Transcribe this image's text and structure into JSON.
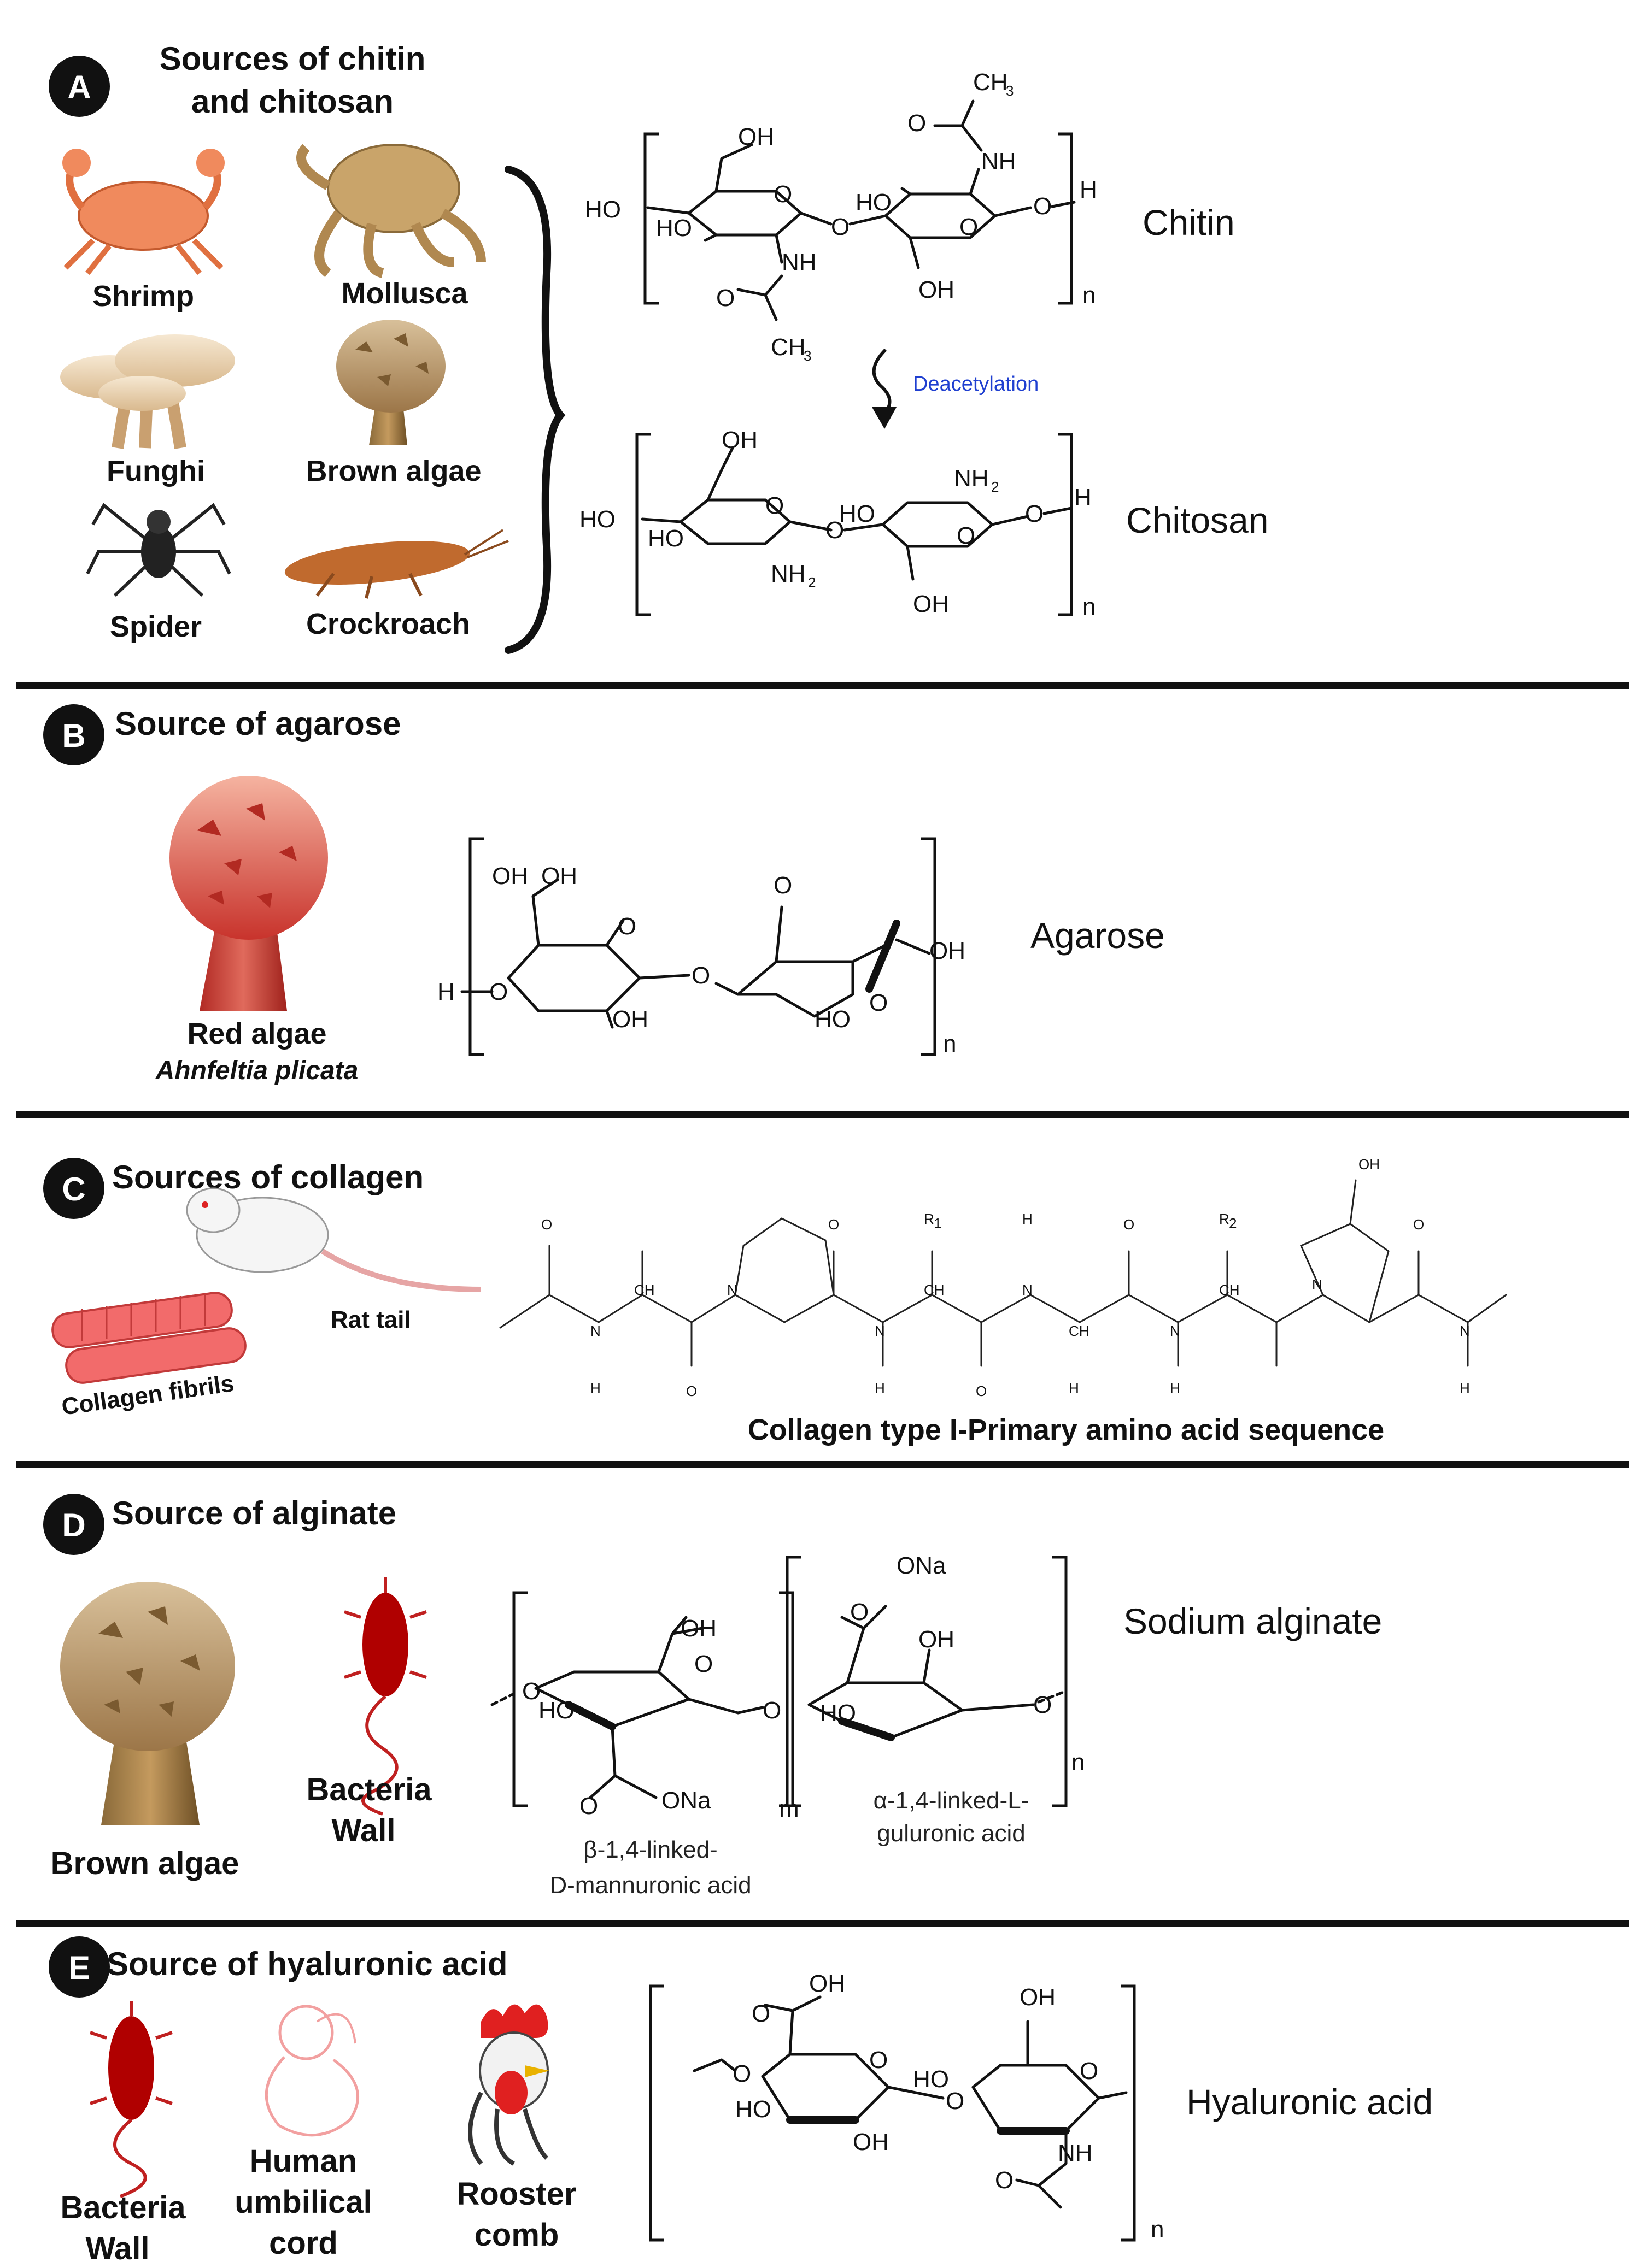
{
  "panels": {
    "a": {
      "badge": "A",
      "title_line1": "Sources of chitin",
      "title_line2": "and chitosan",
      "sources": [
        "Shrimp",
        "Mollusca",
        "Funghi",
        "Brown algae",
        "Spider",
        "Crockroach"
      ],
      "chitin_name": "Chitin",
      "chitosan_name": "Chitosan",
      "reaction": "Deacetylation",
      "repeat": "n"
    },
    "b": {
      "badge": "B",
      "title": "Source of agarose",
      "source": "Red algae",
      "species": "Ahnfeltia plicata",
      "compound": "Agarose",
      "repeat": "n"
    },
    "c": {
      "badge": "C",
      "title": "Sources of collagen",
      "fibrils": "Collagen fibrils",
      "rat": "Rat tail",
      "caption": "Collagen type I-Primary amino acid sequence"
    },
    "d": {
      "badge": "D",
      "title": "Source of alginate",
      "source1": "Brown algae",
      "source2_line1": "Bacteria",
      "source2_line2": "Wall",
      "compound": "Sodium alginate",
      "mannuronic_line1": "β-1,4-linked-",
      "mannuronic_line2": "D-mannuronic acid",
      "guluronic_line1": "α-1,4-linked-L-",
      "guluronic_line2": "guluronic acid",
      "repeat_m": "m",
      "repeat_n": "n"
    },
    "e": {
      "badge": "E",
      "title": "Source of hyaluronic acid",
      "s1_line1": "Bacteria",
      "s1_line2": "Wall",
      "s2_line1": "Human",
      "s2_line2": "umbilical",
      "s2_line3": "cord",
      "s3_line1": "Rooster",
      "s3_line2": "comb",
      "compound": "Hyaluronic acid",
      "repeat": "n"
    }
  },
  "colors": {
    "crab": "#f08a5d",
    "mollusca": "#c9a46a",
    "fungi": "#efd6b0",
    "brown_algae": "#b58f5e",
    "red_algae": "#d9534f",
    "collagen": "#f26b6b",
    "bacteria": "#b00000",
    "deacetylation": "#1f3fd0"
  },
  "icons": [
    "crab-icon",
    "octopus-icon",
    "mushroom-icon",
    "algae-icon",
    "spider-icon",
    "cockroach-icon",
    "rat-icon",
    "collagen-fibril-icon",
    "bacteria-icon",
    "embryo-icon",
    "rooster-icon"
  ]
}
